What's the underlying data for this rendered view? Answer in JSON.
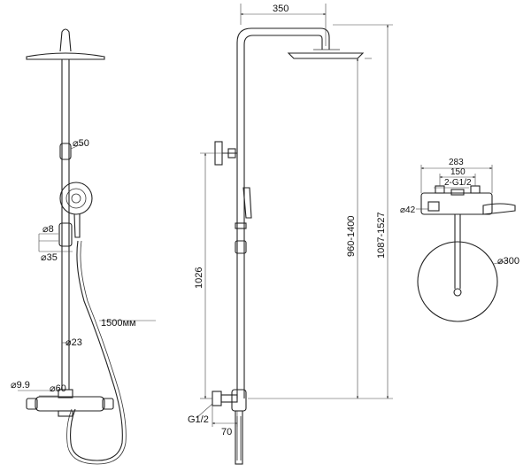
{
  "front_view": {
    "labels": {
      "bar_diameter": "⌀50",
      "holder_pin": "⌀8",
      "holder_body": "⌀35",
      "hose_length": "1500мм",
      "lower_bar_diameter": "⌀23",
      "outlet_diameter": "⌀9.9",
      "mixer_diameter": "⌀60"
    }
  },
  "side_view": {
    "labels": {
      "arm_reach": "350",
      "height_mixer_to_bracket": "1026",
      "height_adjustable": "960-1400",
      "height_total": "1087-1527",
      "inlet_thread": "G1/2",
      "wall_offset": "70"
    }
  },
  "top_view": {
    "labels": {
      "overall_width": "283",
      "center_distance": "150",
      "inlets": "2-G1/2",
      "bracket_diameter": "⌀42",
      "head_diameter": "⌀300"
    }
  }
}
